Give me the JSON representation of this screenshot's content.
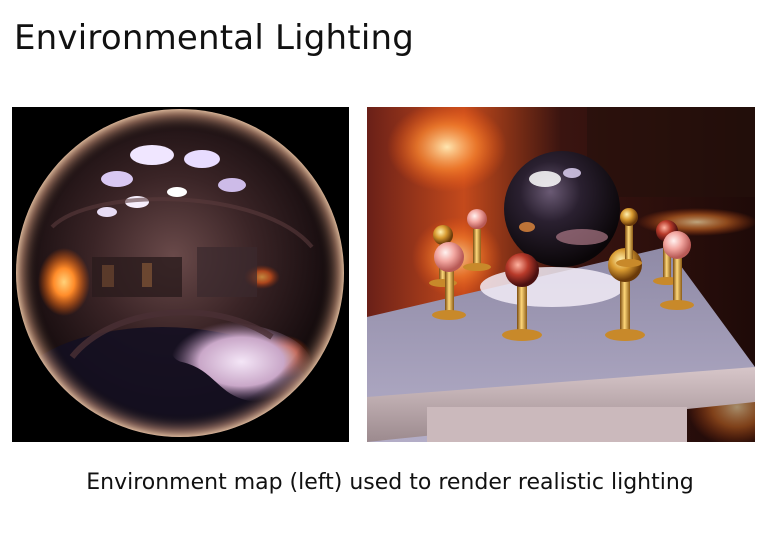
{
  "slide": {
    "title": "Environmental Lighting",
    "caption": "Environment map (left) used to render realistic lighting"
  },
  "images": {
    "left": {
      "subject": "environment-map-mirror-sphere"
    },
    "right": {
      "subject": "rendered-scene-with-spheres-and-pedestals"
    }
  }
}
